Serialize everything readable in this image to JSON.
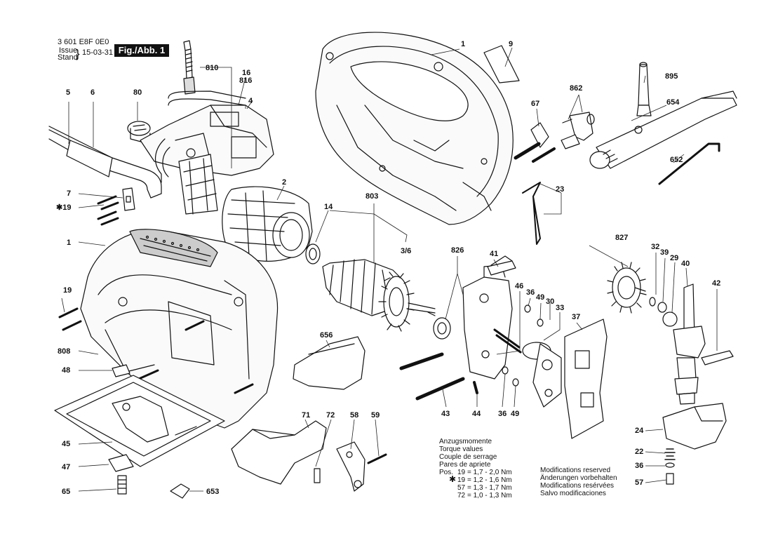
{
  "header": {
    "code": "3 601 E8F 0E0",
    "issue": "Issue",
    "stand": "Stand",
    "brace": "}",
    "date": "15-03-31",
    "fig_label": "Fig./Abb. 1"
  },
  "torque": {
    "title_lines": [
      "Anzugsmomente",
      "Torque values",
      "Couple de serrage",
      "Pares de apriete"
    ],
    "rows": [
      {
        "prefix": "Pos.",
        "pos": "19",
        "value": "= 1,7 - 2,0 Nm"
      },
      {
        "prefix": "✱",
        "pos": "19",
        "value": "= 1,2 - 1,6 Nm"
      },
      {
        "prefix": "",
        "pos": "57",
        "value": "= 1,3 - 1,7 Nm"
      },
      {
        "prefix": "",
        "pos": "72",
        "value": "= 1,0 - 1,3 Nm"
      }
    ]
  },
  "modifications": [
    "Modifications reserved",
    "Änderungen vorbehalten",
    "Modifications resérvées",
    "Salvo modificaciones"
  ],
  "part_labels": {
    "p1_top": "1",
    "p9": "9",
    "p895": "895",
    "p862": "862",
    "p67": "67",
    "p654": "654",
    "p652": "652",
    "p23": "23",
    "p810": "810",
    "p16": "16",
    "p816": "816",
    "p5": "5",
    "p6": "6",
    "p80": "80",
    "p4": "4",
    "p2": "2",
    "p7": "7",
    "p19_star": "✱19",
    "p14": "14",
    "p803": "803",
    "p1_left": "1",
    "p3_6": "3/6",
    "p826": "826",
    "p41": "41",
    "p827": "827",
    "p32": "32",
    "p39": "39",
    "p29": "29",
    "p40": "40",
    "p42": "42",
    "p46": "46",
    "p36_a": "36",
    "p49_a": "49",
    "p30": "30",
    "p33": "33",
    "p37": "37",
    "p19_left": "19",
    "p808": "808",
    "p48": "48",
    "p656": "656",
    "p45": "45",
    "p47": "47",
    "p65": "65",
    "p653": "653",
    "p71": "71",
    "p72": "72",
    "p58": "58",
    "p59": "59",
    "p43": "43",
    "p44": "44",
    "p36_b": "36",
    "p49_b": "49",
    "p24": "24",
    "p22": "22",
    "p36_c": "36",
    "p57": "57"
  }
}
